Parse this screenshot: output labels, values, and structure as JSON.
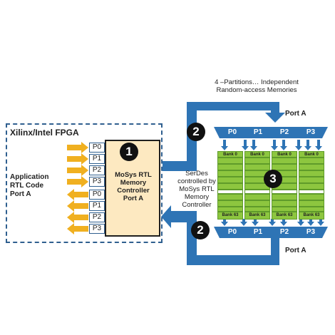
{
  "fpga_title": "Xilinx/Intel FPGA",
  "app_label": [
    "Application",
    "RTL Code",
    "Port A"
  ],
  "input_ports": [
    "P0",
    "P1",
    "P2",
    "P3"
  ],
  "output_ports": [
    "P0",
    "P1",
    "P2",
    "P3"
  ],
  "controller_label": [
    "MoSys RTL",
    "Memory",
    "Controller",
    "Port A"
  ],
  "badges": [
    "1",
    "2",
    "2",
    "3"
  ],
  "serdes_label": [
    "SerDes",
    "controlled by",
    "MoSys RTL",
    "Memory",
    "Controller"
  ],
  "partitions_label": [
    "4 –Partitions… Independent",
    "Random-access Memories"
  ],
  "top_port_label": "Port A",
  "bottom_port_label": "Port A",
  "top_bus_ports": [
    "P0",
    "P1",
    "P2",
    "P3"
  ],
  "bottom_bus_ports": [
    "P0",
    "P1",
    "P2",
    "P3"
  ],
  "bank_top_labels": [
    "Bank 0",
    "Bank 0",
    "Bank 0",
    "Bank 0"
  ],
  "bank_bottom_labels": [
    "Bank 63",
    "Bank 63",
    "Bank 63",
    "Bank 63"
  ],
  "colors": {
    "arrow_blue": "#2e74b5",
    "port_orange": "#f0b020",
    "bank_green": "#8dc63f",
    "controller_fill": "#fde9c1"
  }
}
